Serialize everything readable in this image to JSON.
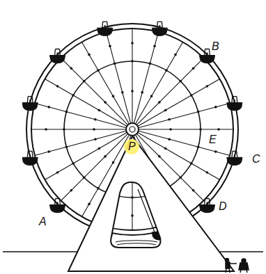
{
  "diagram": {
    "labels": [
      "B",
      "E",
      "P",
      "C",
      "D",
      "A"
    ]
  }
}
